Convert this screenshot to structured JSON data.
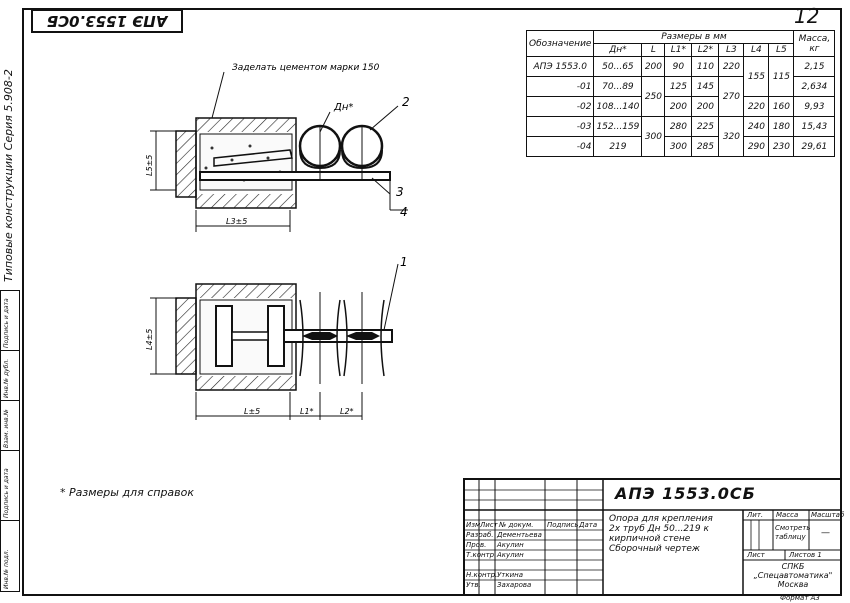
{
  "sheet": {
    "stamp_top": "АПЭ 1553.0СБ",
    "page_number": "12",
    "series_vertical": "Типовые конструкции Серия 5.908-2",
    "side_strip_cells": [
      "Инв.№ подл.",
      "Подпись и дата",
      "Взам. инв.№",
      "Инв.№ дубл.",
      "Подпись и дата"
    ]
  },
  "drawing": {
    "note_cement": "Заделать цементом марки 150",
    "label_dn": "Дн*",
    "callout_2": "2",
    "callout_3": "3",
    "callout_4": "4",
    "callout_1": "1",
    "dim_l5": "L5±5",
    "dim_l3": "L3±5",
    "dim_l4": "L4±5",
    "dim_l": "L±5",
    "dim_l1": "L1*",
    "dim_l2": "L2*"
  },
  "table": {
    "header_main": "Размеры в мм",
    "col_designation": "Обозначение",
    "col_dn": "Дн*",
    "col_l": "L",
    "col_l1": "L1*",
    "col_l2": "L2*",
    "col_l3": "L3",
    "col_l4": "L4",
    "col_l5": "L5",
    "col_mass": "Масса, кг",
    "rows": [
      {
        "des": "АПЭ 1553.0",
        "dn": "50...65",
        "l": "200",
        "l1": "90",
        "l2": "110",
        "l3": "220",
        "l4": "155",
        "l5": "115",
        "mass": "2,15"
      },
      {
        "des": "-01",
        "dn": "70...89",
        "l": "250",
        "l1": "125",
        "l2": "145",
        "l3": "270",
        "l4": "",
        "l5": "",
        "mass": "2,634"
      },
      {
        "des": "-02",
        "dn": "108...140",
        "l": "",
        "l1": "200",
        "l2": "200",
        "l3": "",
        "l4": "220",
        "l5": "160",
        "mass": "9,93"
      },
      {
        "des": "-03",
        "dn": "152...159",
        "l": "300",
        "l1": "280",
        "l2": "225",
        "l3": "320",
        "l4": "240",
        "l5": "180",
        "mass": "15,43"
      },
      {
        "des": "-04",
        "dn": "219",
        "l": "",
        "l1": "300",
        "l2": "285",
        "l3": "",
        "l4": "290",
        "l5": "230",
        "mass": "29,61"
      }
    ]
  },
  "note": "* Размеры для справок",
  "title_block": {
    "code": "АПЭ 1553.0СБ",
    "name_lines": [
      "Опора для крепления",
      "2х труб Дн 50...219 к",
      "кирпичной стене",
      "Сборочный чертеж"
    ],
    "col_headers": [
      "Изм",
      "Лист",
      "№ докум.",
      "Подпись",
      "Дата"
    ],
    "roles": [
      {
        "role": "Разраб.",
        "name": "Дементьева"
      },
      {
        "role": "Пров.",
        "name": "Акулин"
      },
      {
        "role": "Т.контр.",
        "name": "Акулин"
      },
      {
        "role": "Н.контр.",
        "name": "Уткина"
      },
      {
        "role": "Утв.",
        "name": "Захарова"
      }
    ],
    "lit": "Лит.",
    "mass": "Масса",
    "scale": "Масштаб",
    "mass_value": "Смотреть таблицу",
    "scale_value": "—",
    "sheet": "Лист",
    "sheets": "Листов 1",
    "org_lines": [
      "СПКБ",
      "„Спецавтоматика\"",
      "Москва"
    ],
    "format": "Формат А3"
  }
}
